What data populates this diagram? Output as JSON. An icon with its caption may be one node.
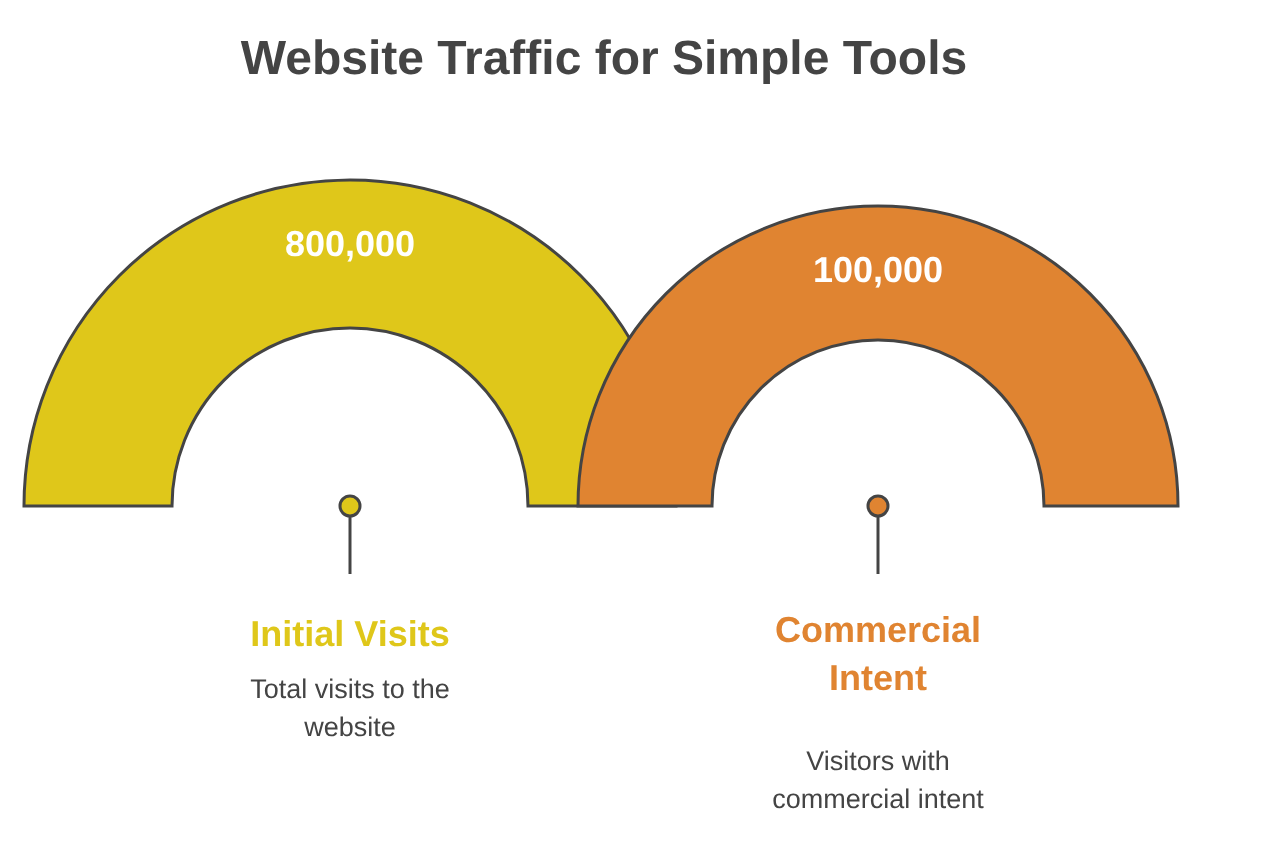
{
  "diagram": {
    "title": "Website Traffic for Simple Tools",
    "nodes": [
      {
        "text": [
          "800,000"
        ]
      },
      {
        "text": [
          "100,000"
        ]
      },
      {
        "text": [
          "Initial Visits",
          "Total visits to the website"
        ]
      },
      {
        "text": [
          "Commercial Intent",
          "Visitors with commercial intent"
        ]
      }
    ],
    "edges": [
      {
        "from": 2,
        "to": 0,
        "arrow": "other"
      },
      {
        "from": 3,
        "to": 1,
        "arrow": "other"
      }
    ]
  }
}
